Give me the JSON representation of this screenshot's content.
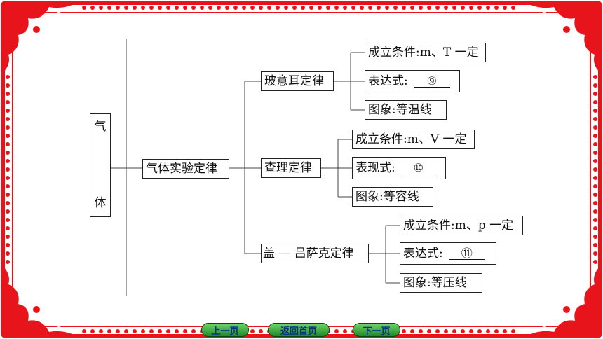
{
  "theme": {
    "frame_color": "#e8141b",
    "line_color": "#444444",
    "nav_fill": "#2f9c35",
    "nav_text": "#0a2f86"
  },
  "root": {
    "char1": "气",
    "char2": "体"
  },
  "main": {
    "label": "气体实验定律"
  },
  "laws": [
    {
      "label": "玻意耳定律",
      "items": [
        {
          "label": "成立条件:m、T 一定"
        },
        {
          "label": "表达式:",
          "blank": "⑨"
        },
        {
          "label": "图象:等温线"
        }
      ]
    },
    {
      "label": "查理定律",
      "items": [
        {
          "label": "成立条件:m、V 一定"
        },
        {
          "label": "表现式:",
          "blank": "⑩"
        },
        {
          "label": "图象:等容线"
        }
      ]
    },
    {
      "label": "盖 — 吕萨克定律",
      "items": [
        {
          "label": "成立条件:m、p 一定"
        },
        {
          "label": "表达式:",
          "blank": "⑪"
        },
        {
          "label": "图象:等压线"
        }
      ]
    }
  ],
  "nav": {
    "prev": "上一页",
    "home": "返回首页",
    "next": "下一页"
  }
}
